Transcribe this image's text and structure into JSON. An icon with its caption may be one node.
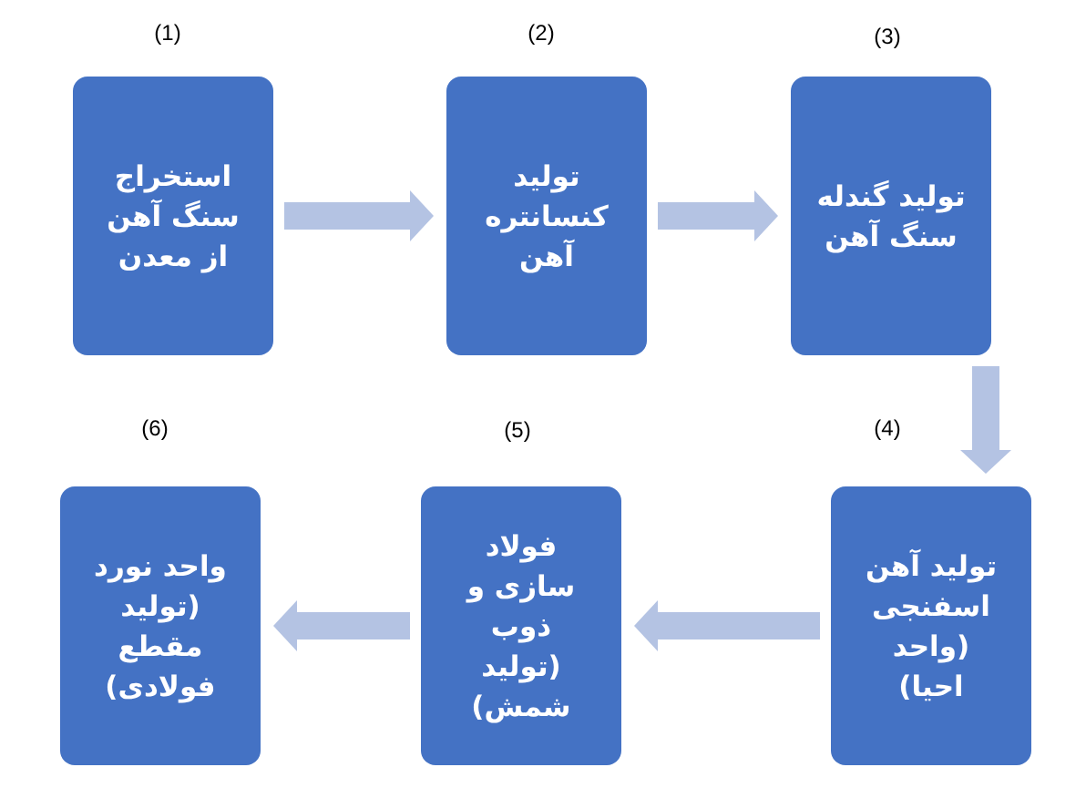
{
  "diagram": {
    "nodes": [
      {
        "text": [
          "استخراج سنگ آهن از معدن"
        ],
        "beside": [
          "(1)"
        ]
      },
      {
        "text": [
          "تولید کنسانتره آهن"
        ],
        "beside": [
          "(2)"
        ]
      },
      {
        "text": [
          "تولید گندله سنگ آهن"
        ],
        "beside": [
          "(3)"
        ]
      },
      {
        "text": [
          "تولید آهن اسفنجی (واحد احیا)"
        ],
        "beside": [
          "(4)"
        ]
      },
      {
        "text": [
          "فولاد سازی و ذوب (تولید شمش)"
        ],
        "beside": [
          "(5)"
        ]
      },
      {
        "text": [
          "واحد نورد (تولید مقطع فولادی)"
        ],
        "beside": [
          "(6)"
        ]
      }
    ],
    "edges": [
      {
        "from": 0,
        "to": 1,
        "arrow": "to"
      },
      {
        "from": 1,
        "to": 2,
        "arrow": "to"
      },
      {
        "from": 2,
        "to": 3,
        "arrow": "to"
      },
      {
        "from": 3,
        "to": 4,
        "arrow": "to"
      },
      {
        "from": 4,
        "to": 5,
        "arrow": "to"
      }
    ]
  }
}
